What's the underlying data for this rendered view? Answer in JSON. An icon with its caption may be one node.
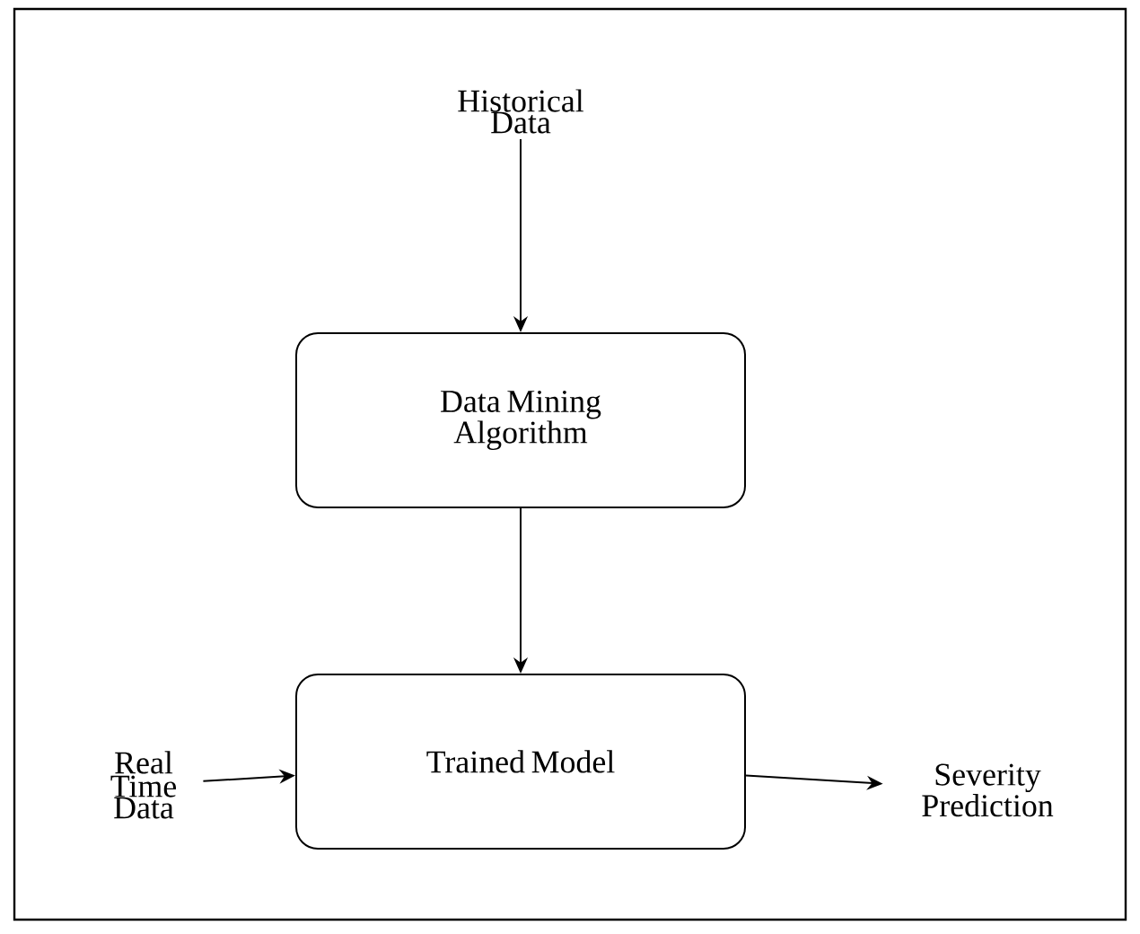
{
  "diagram": {
    "nodes": [
      {
        "text": [
          "Historical Data"
        ]
      },
      {
        "text": [
          "Data Mining Algorithm"
        ]
      },
      {
        "text": [
          "Real Time Data"
        ]
      },
      {
        "text": [
          "Trained Model"
        ]
      },
      {
        "text": [
          "Severity Prediction"
        ]
      }
    ],
    "edges": [
      {
        "from": 0,
        "to": 1,
        "arrow": "to"
      },
      {
        "from": 1,
        "to": 3,
        "arrow": "to"
      },
      {
        "from": 2,
        "to": 3,
        "arrow": "to"
      },
      {
        "from": 3,
        "to": 4,
        "arrow": "to"
      }
    ]
  }
}
